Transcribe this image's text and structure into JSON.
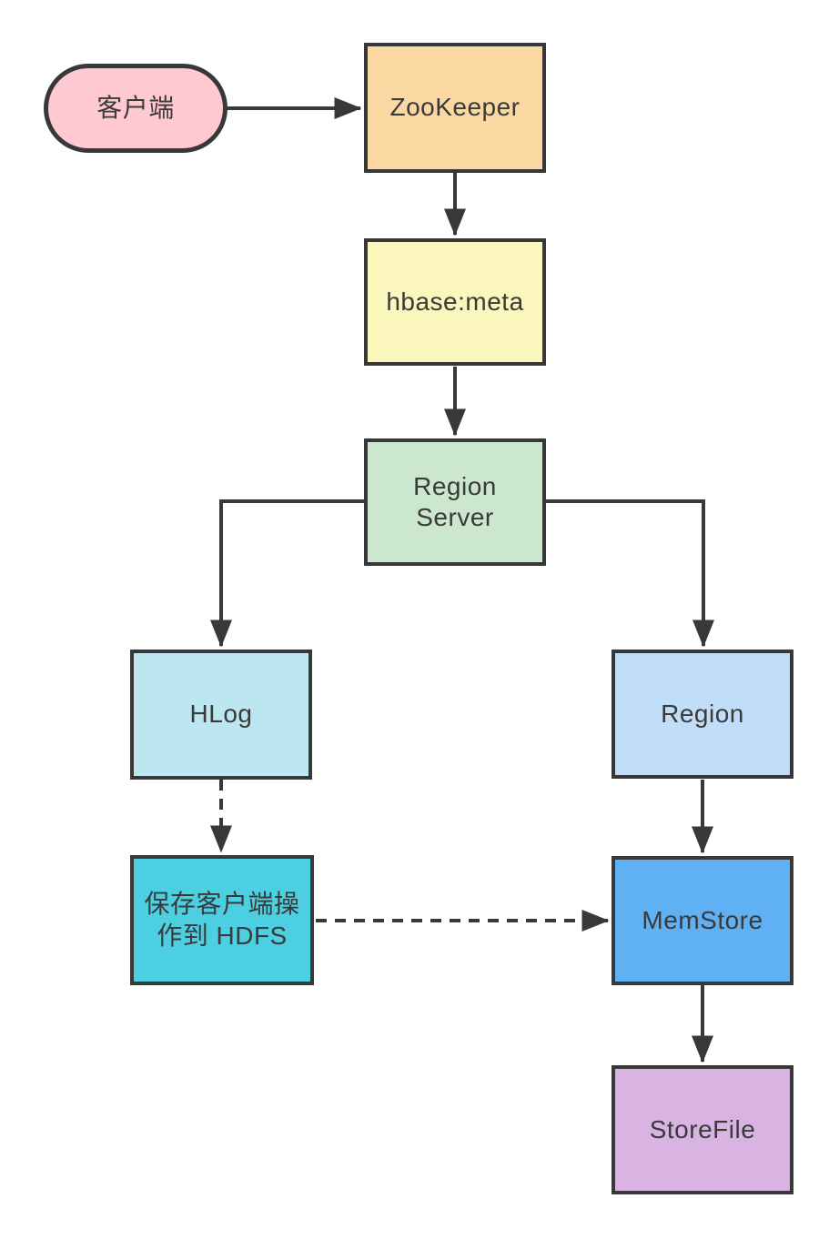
{
  "diagram": {
    "background": "#ffffff",
    "stroke": "#383838",
    "text_color": "#3a3a3a"
  },
  "nodes": [
    {
      "id": "client",
      "label": "客户端",
      "shape": "pill",
      "fill": "#ffc9d2"
    },
    {
      "id": "zookeeper",
      "label": "ZooKeeper",
      "shape": "rect",
      "fill": "#fbd8a2"
    },
    {
      "id": "hbase-meta",
      "label": "hbase:meta",
      "shape": "rect",
      "fill": "#faf6bc"
    },
    {
      "id": "region-server",
      "label": "Region\nServer",
      "shape": "rect",
      "fill": "#cbe7ce"
    },
    {
      "id": "hlog",
      "label": "HLog",
      "shape": "rect",
      "fill": "#bce7f0"
    },
    {
      "id": "region",
      "label": "Region",
      "shape": "rect",
      "fill": "#c1def9"
    },
    {
      "id": "hdfs-save",
      "label": "保存客户端操\n作到 HDFS",
      "shape": "rect",
      "fill": "#4bcfe1"
    },
    {
      "id": "memstore",
      "label": "MemStore",
      "shape": "rect",
      "fill": "#60b1f4"
    },
    {
      "id": "storefile",
      "label": "StoreFile",
      "shape": "rect",
      "fill": "#d9b4e3"
    }
  ],
  "edges": [
    {
      "from": "client",
      "to": "zookeeper",
      "style": "solid"
    },
    {
      "from": "zookeeper",
      "to": "hbase-meta",
      "style": "solid"
    },
    {
      "from": "hbase-meta",
      "to": "region-server",
      "style": "solid"
    },
    {
      "from": "region-server",
      "to": "hlog",
      "style": "solid"
    },
    {
      "from": "region-server",
      "to": "region",
      "style": "solid"
    },
    {
      "from": "hlog",
      "to": "hdfs-save",
      "style": "dashed"
    },
    {
      "from": "hdfs-save",
      "to": "memstore",
      "style": "dashed"
    },
    {
      "from": "region",
      "to": "memstore",
      "style": "solid"
    },
    {
      "from": "memstore",
      "to": "storefile",
      "style": "solid"
    }
  ]
}
